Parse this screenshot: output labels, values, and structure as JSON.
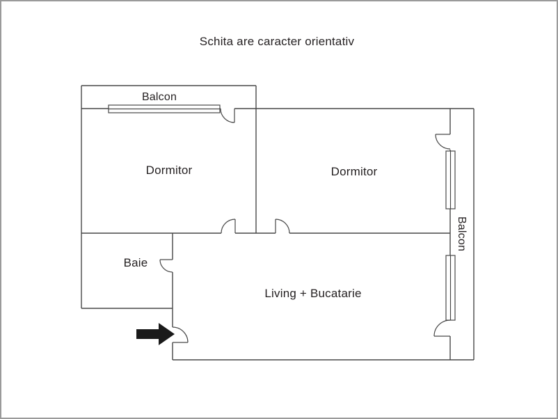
{
  "title": "Schita are caracter orientativ",
  "rooms": {
    "balcony_top": "Balcon",
    "bedroom_left": "Dormitor",
    "bedroom_right": "Dormitor",
    "bathroom": "Baie",
    "living_kitchen": "Living + Bucatarie",
    "balcony_right": "Balcon"
  },
  "icons": {
    "entrance_arrow": "black right-pointing arrow marking apartment entrance"
  },
  "colors": {
    "wall": "#474747",
    "text": "#231f20",
    "arrow": "#1a1a1a",
    "frame": "#9a9a9a",
    "background": "#ffffff"
  }
}
